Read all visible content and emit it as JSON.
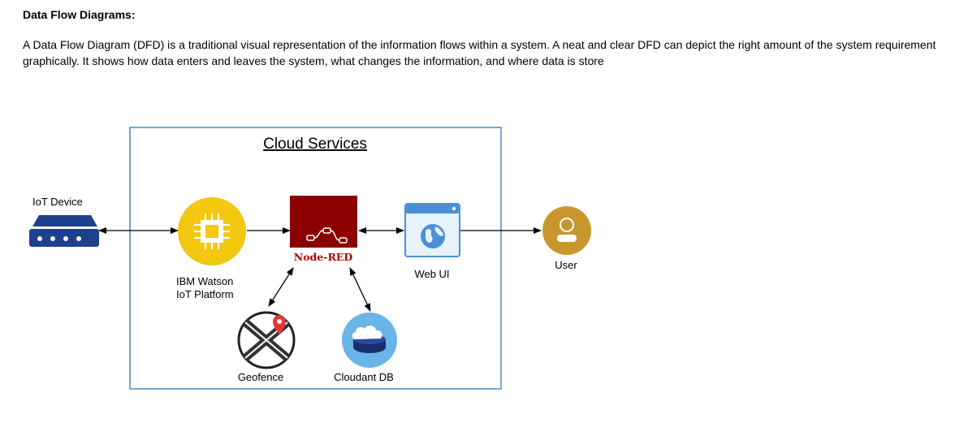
{
  "heading": "Data Flow Diagrams:",
  "paragraph": "A Data Flow Diagram (DFD) is a traditional visual representation of the information flows within a system. A neat and clear DFD can depict the right amount of the system requirement graphically. It shows how data enters and leaves the system, what changes the information, and where data is store",
  "diagram": {
    "container_title": "Cloud Services",
    "nodes": {
      "iot_device": "IoT Device",
      "watson_line1": "IBM Watson",
      "watson_line2": "IoT Platform",
      "node_red": "Node-RED",
      "web_ui": "Web UI",
      "user": "User",
      "geofence": "Geofence",
      "cloudant": "Cloudant DB"
    },
    "colors": {
      "container_border": "#2e75b6",
      "watson": "#f2c811",
      "node_red": "#8b0000",
      "web_ui_frame": "#4a90d9",
      "user": "#c8962e",
      "cloudant": "#6ab4e8",
      "iot_device": "#1f3f8f"
    }
  }
}
